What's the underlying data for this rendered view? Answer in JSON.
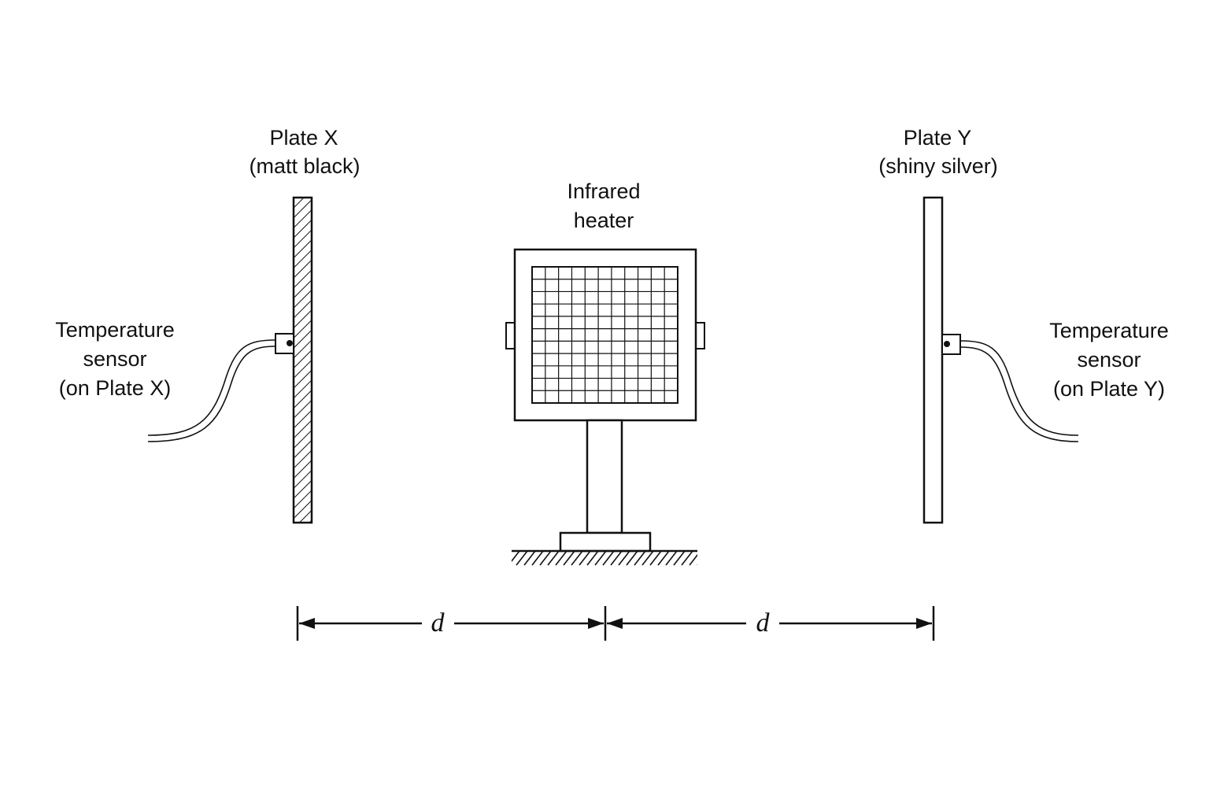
{
  "labels": {
    "plate_x_title": "Plate X",
    "plate_x_desc": "(matt black)",
    "plate_y_title": "Plate Y",
    "plate_y_desc": "(shiny silver)",
    "heater_line1": "Infrared",
    "heater_line2": "heater",
    "sensor_x_line1": "Temperature",
    "sensor_x_line2": "sensor",
    "sensor_x_line3": "(on Plate X)",
    "sensor_y_line1": "Temperature",
    "sensor_y_line2": "sensor",
    "sensor_y_line3": "(on Plate Y)",
    "distance_left": "d",
    "distance_right": "d"
  },
  "colors": {
    "ink": "#111111",
    "background": "#ffffff"
  }
}
